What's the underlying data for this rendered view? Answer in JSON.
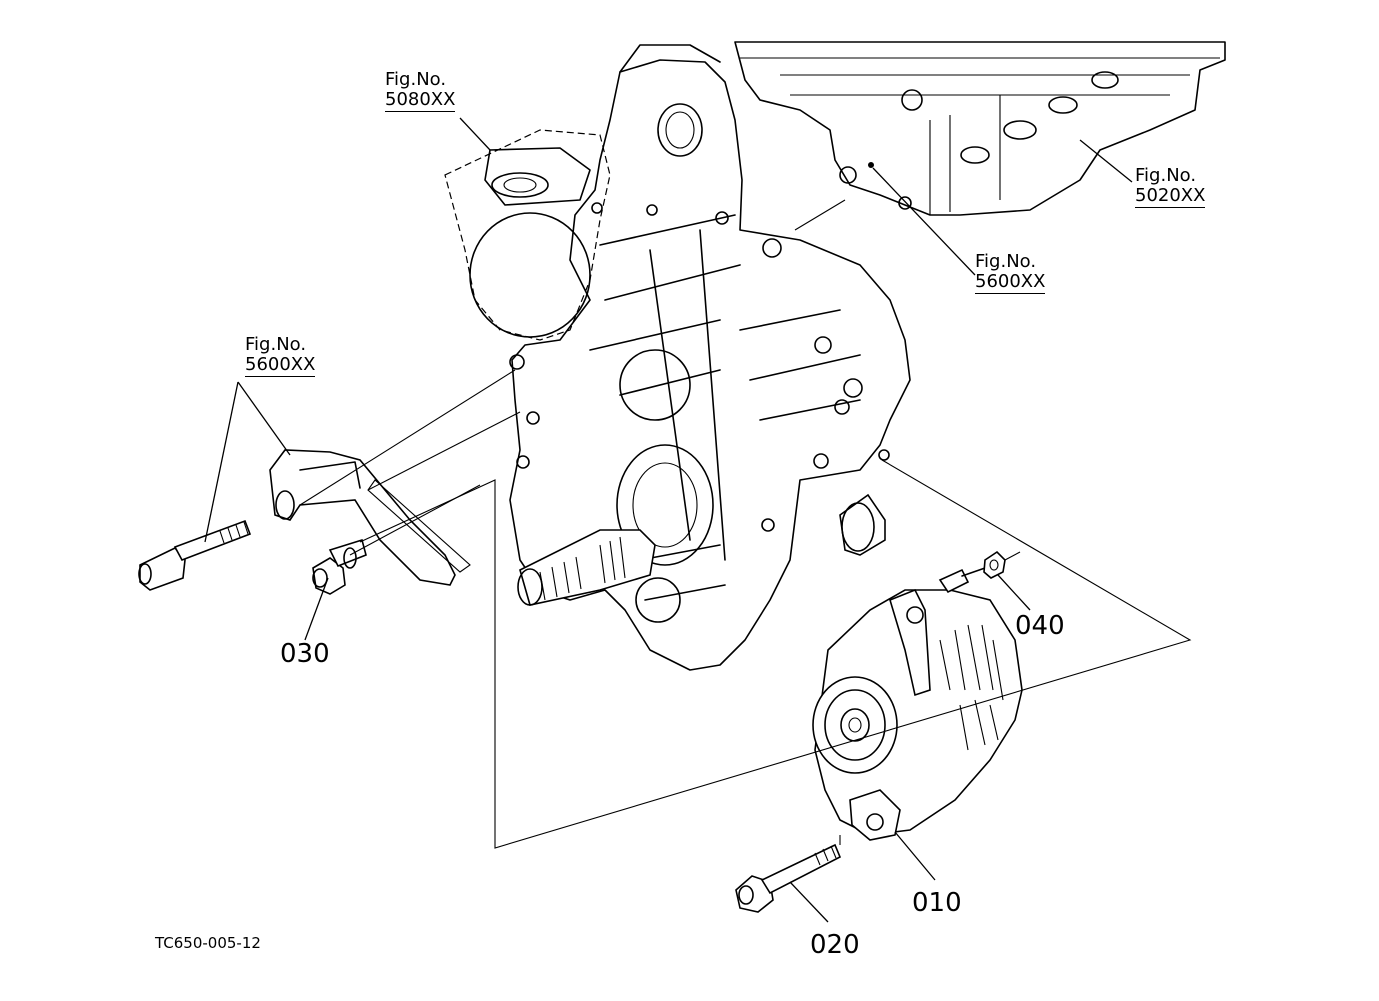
{
  "diagram": {
    "code": "TC650-005-12",
    "references": [
      {
        "label": "Fig.No.",
        "number": "5080XX"
      },
      {
        "label": "Fig.No.",
        "number": "5020XX"
      },
      {
        "label": "Fig.No.",
        "number": "5600XX"
      },
      {
        "label": "Fig.No.",
        "number": "5600XX"
      }
    ],
    "parts": [
      "010",
      "020",
      "030",
      "040"
    ]
  }
}
